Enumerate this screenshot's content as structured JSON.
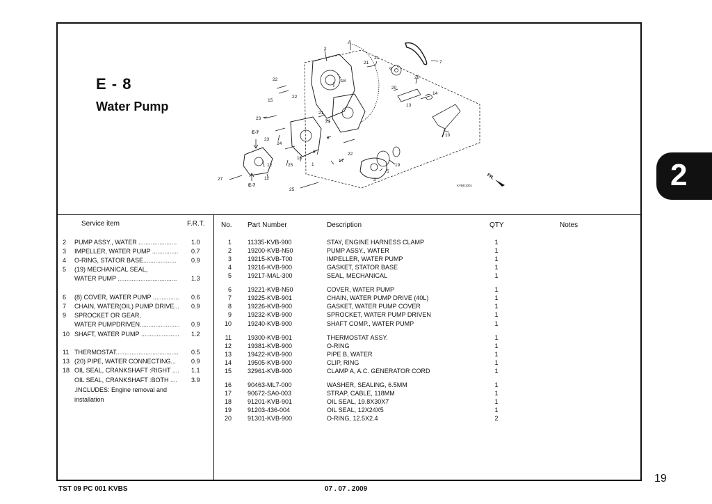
{
  "section": {
    "code": "E - 8",
    "title": "Water Pump"
  },
  "tab_number": "2",
  "page_number": "19",
  "footer": {
    "left": "TST 09 PC 001 KVBS",
    "date": "07 . 07 . 2009"
  },
  "diagram": {
    "callouts": [
      "1",
      "2",
      "3",
      "4",
      "5",
      "6",
      "7",
      "8",
      "9",
      "10",
      "11",
      "12",
      "13",
      "14",
      "15",
      "16",
      "17",
      "18",
      "19",
      "20",
      "21",
      "22",
      "23",
      "24",
      "25",
      "27"
    ],
    "refs": [
      "E-7",
      "E-7"
    ],
    "front_label": "FR.",
    "code": "KVBE1001"
  },
  "service_header": {
    "item": "Service item",
    "frt": "F.R.T."
  },
  "service_items": [
    {
      "no": "2",
      "text": "PUMP ASSY., WATER ......................",
      "value": "1.0"
    },
    {
      "no": "3",
      "text": "IMPELLER, WATER PUMP ...............",
      "value": "0.7"
    },
    {
      "no": "4",
      "text": "O-RING, STATOR BASE...................",
      "value": "0.9"
    },
    {
      "no": "5",
      "text": "(19) MECHANICAL SEAL,",
      "value": ""
    },
    {
      "no": "",
      "text": "WATER PUMP ..................................",
      "value": "1.3"
    },
    {
      "no": "6",
      "text": "(8) COVER, WATER PUMP ...............",
      "value": "0.6"
    },
    {
      "no": "7",
      "text": "CHAIN, WATER(OIL) PUMP DRIVE...",
      "value": "0.9"
    },
    {
      "no": "9",
      "text": "SPROCKET OR GEAR,",
      "value": ""
    },
    {
      "no": "",
      "text": "WATER PUMPDRIVEN.......................",
      "value": "0.9"
    },
    {
      "no": "10",
      "text": "SHAFT, WATER PUMP ......................",
      "value": "1.2"
    },
    {
      "no": "11",
      "text": "THERMOSTAT....................................",
      "value": "0.5"
    },
    {
      "no": "13",
      "text": "(20) PIPE, WATER CONNECTING...",
      "value": "0.9"
    },
    {
      "no": "18",
      "text": "OIL SEAL, CRANKSHAFT :RIGHT ....",
      "value": "1.1"
    },
    {
      "no": "",
      "text": "OIL SEAL, CRANKSHAFT :BOTH ....",
      "value": "3.9"
    },
    {
      "no": "",
      "text": ".INCLUDES: Engine removal and",
      "value": ""
    },
    {
      "no": "",
      "text": "installation",
      "value": ""
    }
  ],
  "parts_header": {
    "no": "No.",
    "part_number": "Part Number",
    "description": "Description",
    "qty": "QTY",
    "notes": "Notes"
  },
  "parts": [
    {
      "no": "1",
      "pn": "11335-KVB-900",
      "desc": "STAY, ENGINE HARNESS CLAMP",
      "qty": "1"
    },
    {
      "no": "2",
      "pn": "19200-KVB-N50",
      "desc": "PUMP ASSY., WATER",
      "qty": "1"
    },
    {
      "no": "3",
      "pn": "19215-KVB-T00",
      "desc": "IMPELLER, WATER PUMP",
      "qty": "1"
    },
    {
      "no": "4",
      "pn": "19216-KVB-900",
      "desc": "GASKET, STATOR BASE",
      "qty": "1"
    },
    {
      "no": "5",
      "pn": "19217-MAL-300",
      "desc": "SEAL, MECHANICAL",
      "qty": "1"
    },
    {
      "no": "6",
      "pn": "19221-KVB-N50",
      "desc": "COVER, WATER PUMP",
      "qty": "1"
    },
    {
      "no": "7",
      "pn": "19225-KVB-901",
      "desc": "CHAIN, WATER PUMP DRIVE (40L)",
      "qty": "1"
    },
    {
      "no": "8",
      "pn": "19226-KVB-900",
      "desc": "GASKET, WATER PUMP COVER",
      "qty": "1"
    },
    {
      "no": "9",
      "pn": "19232-KVB-900",
      "desc": "SPROCKET, WATER PUMP DRIVEN",
      "qty": "1"
    },
    {
      "no": "10",
      "pn": "19240-KVB-900",
      "desc": "SHAFT COMP., WATER PUMP",
      "qty": "1"
    },
    {
      "no": "11",
      "pn": "19300-KVB-901",
      "desc": "THERMOSTAT ASSY.",
      "qty": "1"
    },
    {
      "no": "12",
      "pn": "19381-KVB-900",
      "desc": "O-RING",
      "qty": "1"
    },
    {
      "no": "13",
      "pn": "19422-KVB-900",
      "desc": "PIPE B, WATER",
      "qty": "1"
    },
    {
      "no": "14",
      "pn": "19505-KVB-900",
      "desc": "CLIP, RING",
      "qty": "1"
    },
    {
      "no": "15",
      "pn": "32961-KVB-900",
      "desc": "CLAMP A, A.C. GENERATOR CORD",
      "qty": "1"
    },
    {
      "no": "16",
      "pn": "90463-ML7-000",
      "desc": "WASHER, SEALING, 6.5MM",
      "qty": "1"
    },
    {
      "no": "17",
      "pn": "90672-SA0-003",
      "desc": "STRAP, CABLE, 118MM",
      "qty": "1"
    },
    {
      "no": "18",
      "pn": "91201-KVB-901",
      "desc": "OIL SEAL, 19.8X30X7",
      "qty": "1"
    },
    {
      "no": "19",
      "pn": "91203-436-004",
      "desc": "OIL SEAL, 12X24X5",
      "qty": "1"
    },
    {
      "no": "20",
      "pn": "91301-KVB-900",
      "desc": "O-RING, 12.5X2.4",
      "qty": "2"
    }
  ]
}
